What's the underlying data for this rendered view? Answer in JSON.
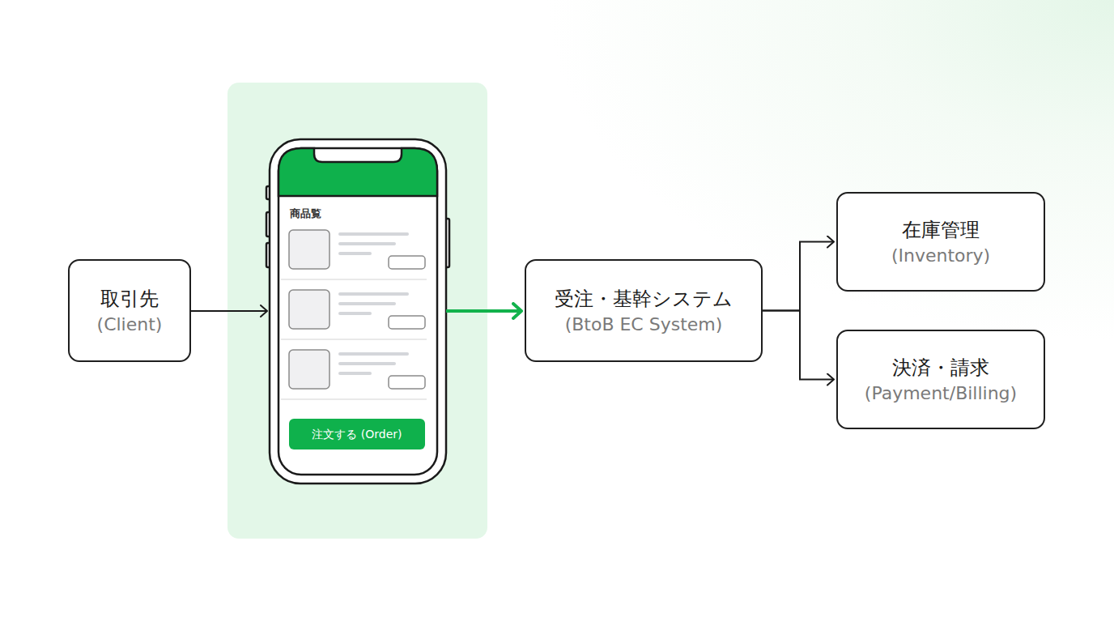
{
  "diagram": {
    "nodes": [
      {
        "text": [
          "取引先",
          "(Client)"
        ]
      },
      {
        "text": [
          "商品覧"
        ]
      },
      {
        "text": [
          "注文する (Order)"
        ],
        "in": 1
      },
      {
        "text": [
          "受注・基幹システム",
          "(BtoB EC System)"
        ]
      },
      {
        "text": [
          "在庫管理",
          "(Inventory)"
        ]
      },
      {
        "text": [
          "決済・請求",
          "(Payment/Billing)"
        ]
      }
    ],
    "edges": [
      {
        "from": 0,
        "to": 1,
        "arrow": "to"
      },
      {
        "from": 1,
        "to": 3,
        "arrow": "to"
      },
      {
        "from": 3,
        "to": 4,
        "arrow": "to"
      },
      {
        "from": 3,
        "to": 5,
        "arrow": "to"
      }
    ]
  }
}
